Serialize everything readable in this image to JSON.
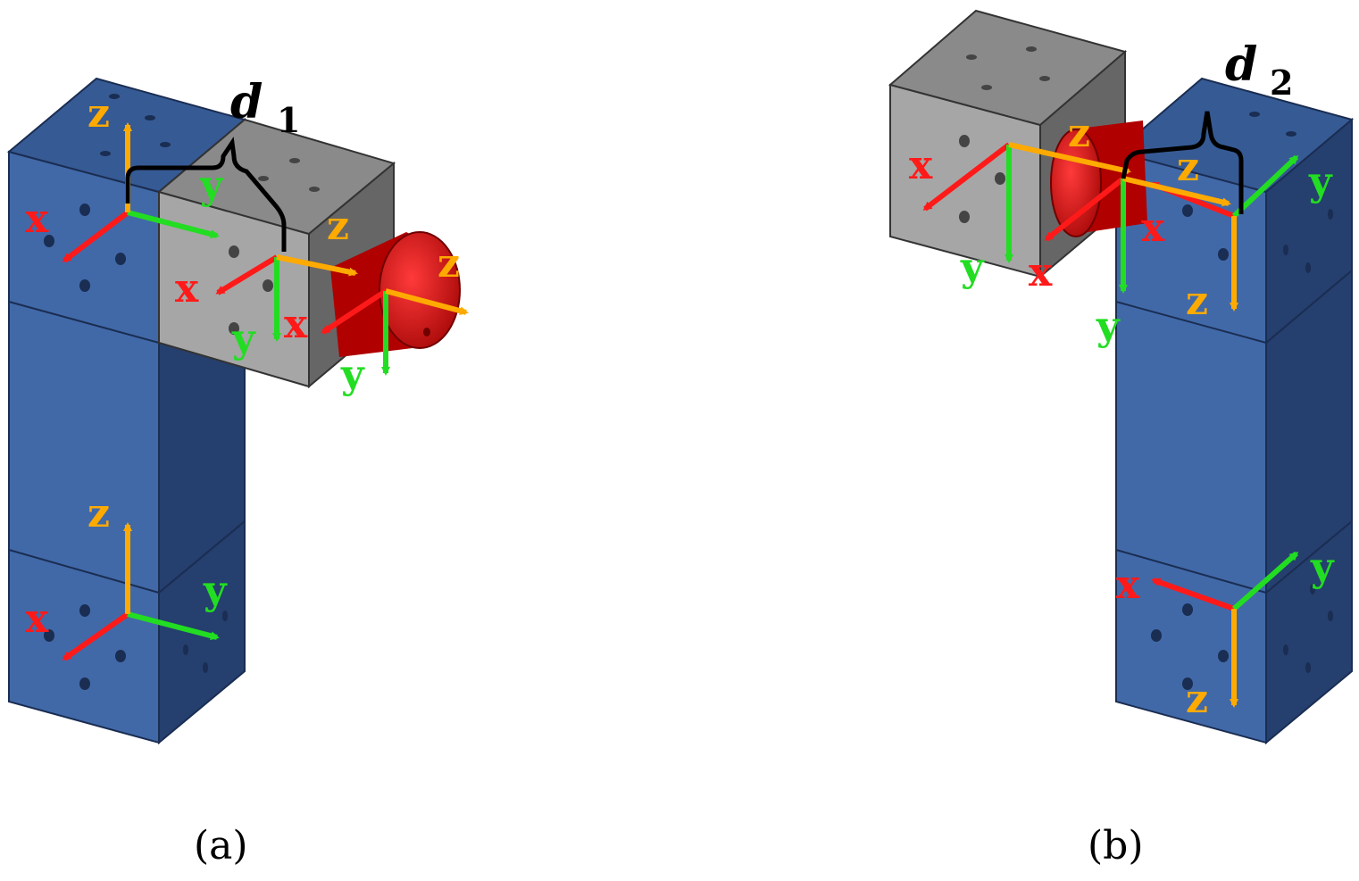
{
  "colors": {
    "x_axis": "#ff1a1a",
    "y_axis": "#22dd22",
    "z_axis": "#ffaa00",
    "module_front": "#4169a8",
    "module_top": "#365a94",
    "module_side": "#253f6e",
    "gray_front": "#a6a6a6",
    "gray_top": "#8a8a8a",
    "gray_side": "#666666",
    "cylinder": "#d00000"
  },
  "panel_a": {
    "caption": "(a)",
    "distance_label": "d",
    "distance_sub": "1",
    "frames": [
      {
        "x": "x",
        "y": "y",
        "z": "z"
      },
      {
        "x": "x",
        "y": "y",
        "z": "z"
      },
      {
        "x": "x",
        "y": "y",
        "z": "z"
      },
      {
        "x": "x",
        "y": "y",
        "z": "z"
      }
    ]
  },
  "panel_b": {
    "caption": "(b)",
    "distance_label": "d",
    "distance_sub": "2",
    "frames": [
      {
        "x": "x",
        "y": "y",
        "z": "z"
      },
      {
        "x": "x",
        "y": "y",
        "z": "z"
      },
      {
        "x": "x",
        "y": "y",
        "z": "z"
      },
      {
        "x": "x",
        "y": "y",
        "z": "z"
      }
    ]
  }
}
